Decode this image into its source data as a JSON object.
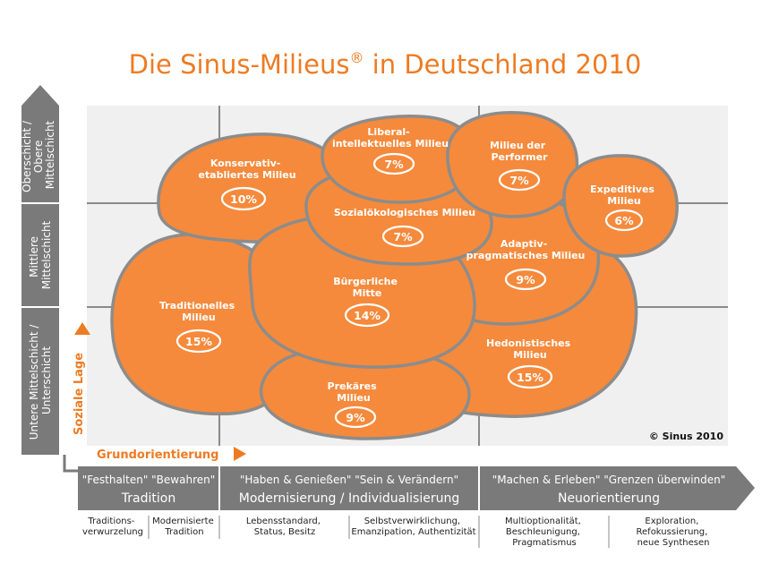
{
  "title": {
    "text": "Die Sinus-Milieus",
    "registered": "®",
    "rest": " in Deutschland 2010"
  },
  "y_axis": {
    "label": "Soziale Lage",
    "levels": [
      {
        "line1": "Oberschicht /",
        "line2": "Obere",
        "line3": "Mittelschicht"
      },
      {
        "line1": "Mittlere",
        "line2": "Mittelschicht"
      },
      {
        "line1": "Untere Mittelschicht /",
        "line2": "Unterschicht"
      }
    ]
  },
  "x_axis": {
    "label": "Grundorientierung",
    "segments": [
      {
        "keywords": "\"Festhalten\" \"Bewahren\"",
        "name": "Tradition"
      },
      {
        "keywords": "\"Haben & Genießen\" \"Sein & Verändern\"",
        "name": "Modernisierung / Individualisierung"
      },
      {
        "keywords": "\"Machen & Erleben\" \"Grenzen überwinden\"",
        "name": "Neuorientierung"
      }
    ],
    "subcategories": [
      {
        "line1": "Traditions-",
        "line2": "verwurzelung"
      },
      {
        "line1": "Modernisierte",
        "line2": "Tradition"
      },
      {
        "line1": "Lebensstandard,",
        "line2": "Status, Besitz"
      },
      {
        "line1": "Selbstverwirklichung,",
        "line2": "Emanzipation, Authentizität"
      },
      {
        "line1": "Multioptionalität,",
        "line2": "Beschleunigung,",
        "line3": "Pragmatismus"
      },
      {
        "line1": "Exploration,",
        "line2": "Refokussierung,",
        "line3": "neue Synthesen"
      }
    ]
  },
  "milieus": [
    {
      "id": "konservativ",
      "line1": "Konservativ-",
      "line2": "etabliertes Milieu",
      "share": "10%"
    },
    {
      "id": "liberal",
      "line1": "Liberal-",
      "line2": "intellektuelles Milieu",
      "share": "7%"
    },
    {
      "id": "performer",
      "line1": "Milieu der",
      "line2": "Performer",
      "share": "7%"
    },
    {
      "id": "expeditiv",
      "line1": "Expeditives",
      "line2": "Milieu",
      "share": "6%"
    },
    {
      "id": "sozialoeko",
      "line1": "Sozialökologisches Milieu",
      "share": "7%"
    },
    {
      "id": "adaptiv",
      "line1": "Adaptiv-",
      "line2": "pragmatisches Milieu",
      "share": "9%"
    },
    {
      "id": "traditionell",
      "line1": "Traditionelles",
      "line2": "Milieu",
      "share": "15%"
    },
    {
      "id": "buergerlich",
      "line1": "Bürgerliche",
      "line2": "Mitte",
      "share": "14%"
    },
    {
      "id": "hedonist",
      "line1": "Hedonistisches",
      "line2": "Milieu",
      "share": "15%"
    },
    {
      "id": "prekaer",
      "line1": "Prekäres",
      "line2": "Milieu",
      "share": "9%"
    }
  ],
  "copyright": "© Sinus 2010",
  "colors": {
    "accent": "#ee7b22",
    "milieu_fill": "#f58a3c",
    "outline_gray": "#8c8c8c",
    "panel_gray": "#f0f0f0",
    "arrow_gray": "#7a7a7a"
  }
}
